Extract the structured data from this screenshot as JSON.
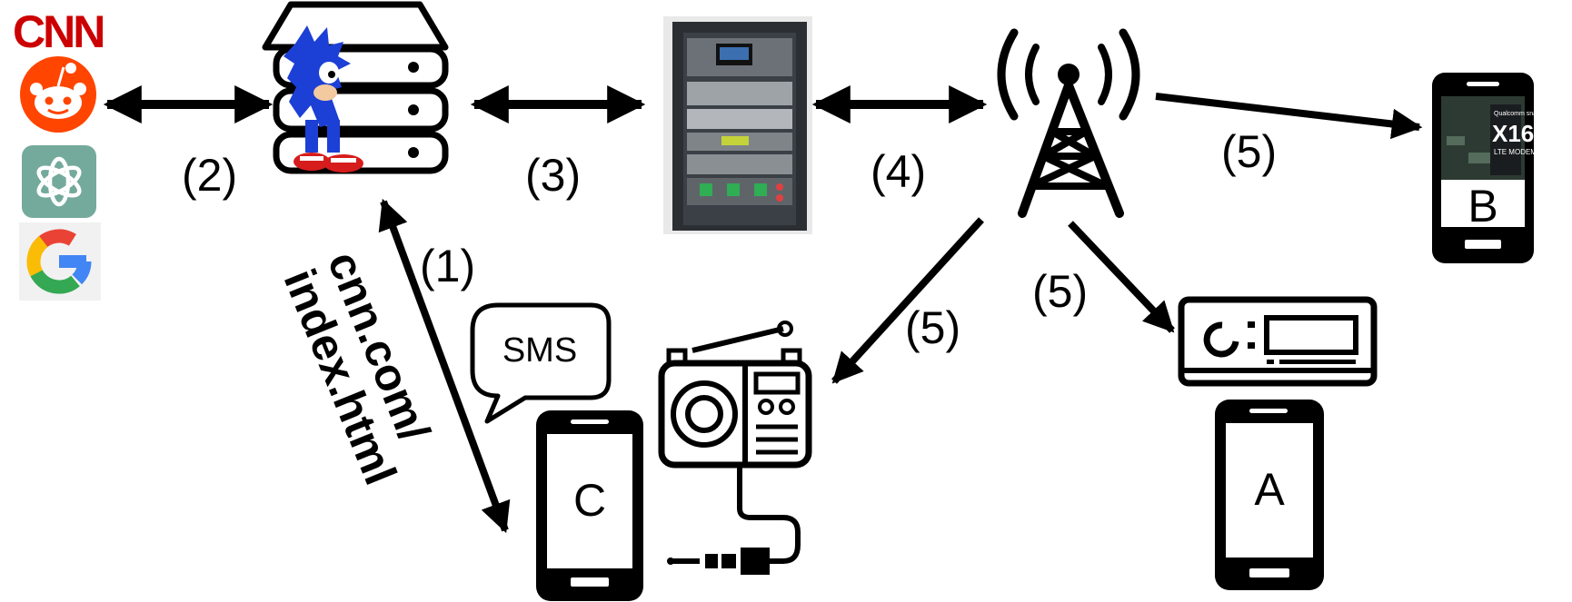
{
  "logos": {
    "cnn": "CNN",
    "google": "G"
  },
  "steps": {
    "s1": "(1)",
    "s2": "(2)",
    "s3": "(3)",
    "s4": "(4)",
    "s5_b": "(5)",
    "s5_radio": "(5)",
    "s5_a": "(5)"
  },
  "url": {
    "line1": "cnn.com/",
    "line2": "index.html"
  },
  "sms": "SMS",
  "phones": {
    "a": "A",
    "b": "B",
    "c": "C"
  },
  "modem": {
    "brand": "Qualcomm snapdragon",
    "model": "X16",
    "type": "LTE MODEM"
  },
  "colors": {
    "cnn_red": "#cc0000",
    "reddit_orange": "#ff4500",
    "openai_green": "#74aa9c",
    "google_blue": "#4285f4",
    "google_red": "#ea4335",
    "google_yellow": "#fbbc05",
    "google_green": "#34a853",
    "rack_frame": "#2b2f33",
    "sonic_blue": "#1c3fd6"
  }
}
